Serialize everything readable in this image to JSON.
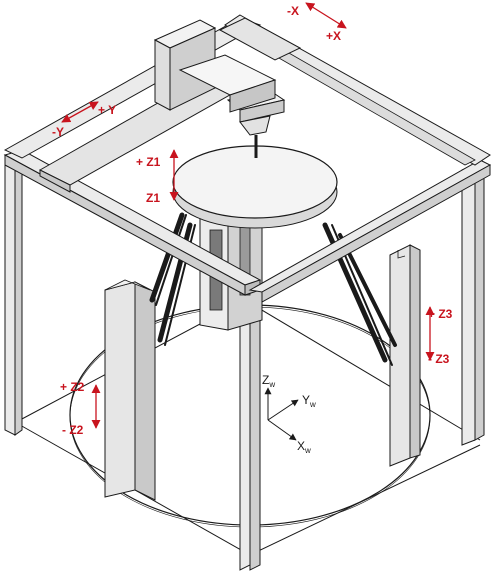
{
  "labels": {
    "x_minus": "-X",
    "x_plus": "+X",
    "y_plus": "+ Y",
    "y_minus": "-Y",
    "z1_plus": "+ Z1",
    "z1_minus": "Z1",
    "z2_plus": "+ Z2",
    "z2_minus": "- Z2",
    "z3_plus": "+ Z3",
    "z3_minus": "- Z3"
  },
  "world_axes": {
    "z": "Z",
    "y": "Y",
    "x": "X",
    "subscript": "w"
  },
  "colors": {
    "annotation": "#c8141e",
    "frame_fill": "#ebebeb",
    "frame_shade": "#cfcfcf",
    "line": "#1a1a1a"
  }
}
